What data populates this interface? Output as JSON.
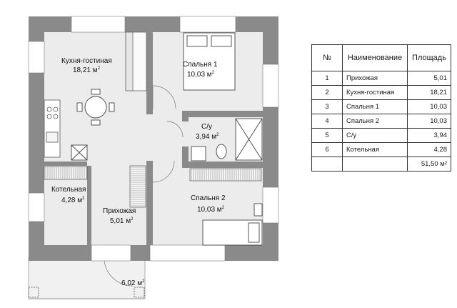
{
  "rooms": {
    "kitchen": {
      "name": "Кухня-гостиная",
      "area": "18,21 м",
      "sup": "2"
    },
    "bedroom1": {
      "name": "Спальня 1",
      "area": "10,03 м",
      "sup": "2"
    },
    "bathroom": {
      "name": "С/у",
      "area": "3,94 м",
      "sup": "2"
    },
    "boiler": {
      "name": "Котельная",
      "area": "4,28 м",
      "sup": "2"
    },
    "hall": {
      "name": "Прихожая",
      "area": "5,01 м",
      "sup": "2"
    },
    "bedroom2": {
      "name": "Спальня 2",
      "area": "10,03 м",
      "sup": "2"
    },
    "porch": {
      "area": "6,02 м",
      "sup": "2"
    }
  },
  "table": {
    "headers": [
      "№",
      "Наименование",
      "Площадь"
    ],
    "rows": [
      {
        "num": "1",
        "name": "Прихожая",
        "area": "5,01"
      },
      {
        "num": "2",
        "name": "Кухня-гостиная",
        "area": "18,21"
      },
      {
        "num": "3",
        "name": "Спальня 1",
        "area": "10,03"
      },
      {
        "num": "4",
        "name": "Спальня 2",
        "area": "10,03"
      },
      {
        "num": "5",
        "name": "С/у",
        "area": "3,94"
      },
      {
        "num": "6",
        "name": "Котельная",
        "area": "4,28"
      }
    ],
    "total": "51,50 м²"
  }
}
